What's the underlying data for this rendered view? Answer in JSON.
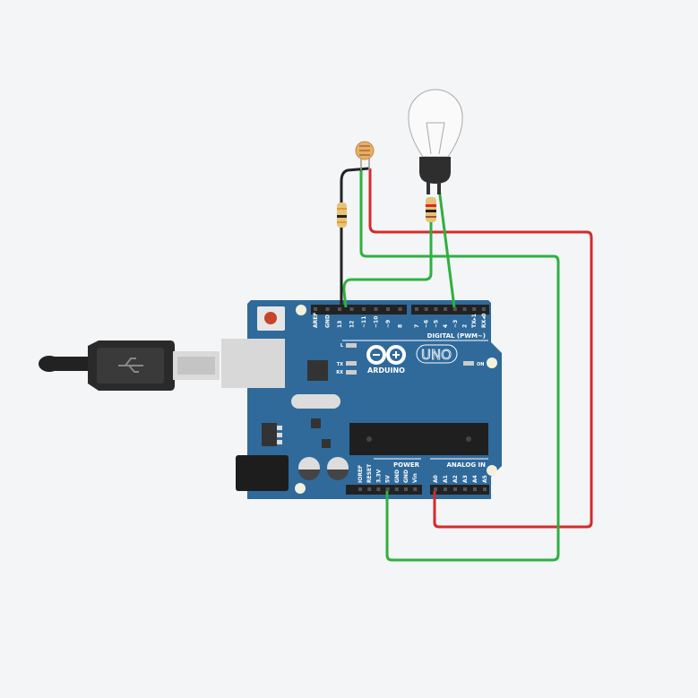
{
  "board": {
    "brand": "ARDUINO",
    "model": "UNO",
    "digital_label": "DIGITAL (PWM~)",
    "power_label": "POWER",
    "analog_label": "ANALOG IN",
    "led_labels": [
      "L",
      "TX",
      "RX"
    ],
    "on_label": "ON",
    "digital_pins": [
      "AREF",
      "GND",
      "13",
      "12",
      "~11",
      "~10",
      "~9",
      "8",
      "7",
      "~6",
      "~5",
      "4",
      "~3",
      "2",
      "TX▸1",
      "RX◂0"
    ],
    "power_pins": [
      "IOREF",
      "RESET",
      "3.3V",
      "5V",
      "GND",
      "GND",
      "Vin"
    ],
    "analog_pins": [
      "A0",
      "A1",
      "A2",
      "A3",
      "A4",
      "A5"
    ]
  },
  "colors": {
    "board": "#2f6a9b",
    "wire_red": "#d62a2a",
    "wire_green": "#2fb040",
    "wire_black": "#222222",
    "background": "#f4f5f7"
  },
  "components": [
    "photoresistor",
    "resistor",
    "resistor",
    "light-bulb",
    "usb-cable",
    "arduino-uno"
  ]
}
